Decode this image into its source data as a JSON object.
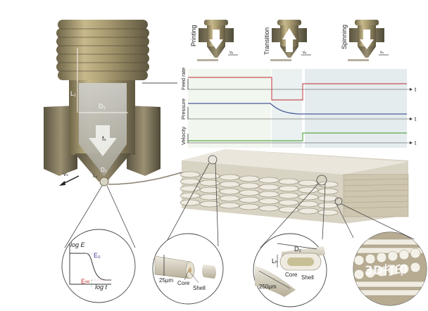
{
  "figure": {
    "nozzle_labels": {
      "L1": "L₁",
      "D1": "D₁",
      "fs": "fₛ",
      "D2": "D₂",
      "L2": "L₂",
      "vs": "vₛ"
    },
    "modes": [
      {
        "label": "Printing",
        "velocity": "vₚ",
        "arrow": "down"
      },
      {
        "label": "Transition",
        "velocity": "vₚ",
        "arrow": "up"
      },
      {
        "label": "Spinning",
        "velocity": "vₛ",
        "arrow": "down"
      }
    ],
    "timing_plot": {
      "axis_label": "t",
      "rows": [
        {
          "label": "Feed rate",
          "color": "#c8505a"
        },
        {
          "label": "Pressure",
          "color": "#4a5a9a"
        },
        {
          "label": "Velocity",
          "color": "#5aa84a"
        }
      ],
      "phase_colors": [
        "#f1f6ee",
        "#eaf1f0",
        "#e5ecee"
      ]
    },
    "insets": [
      {
        "name": "modulus-relaxation",
        "y_label": "log E",
        "x_label": "log t",
        "e0_label": "E₀",
        "einf_label": "E∞",
        "e0_color": "#3a3a8a",
        "einf_color": "#d03030"
      },
      {
        "name": "spun-fiber",
        "dimension": "25μm",
        "core": "Core",
        "shell": "Shell"
      },
      {
        "name": "printed-filament",
        "dimension": "250μm",
        "width_label": "D₂",
        "height_label": "Lₕ",
        "core": "Core",
        "shell": "Shell"
      },
      {
        "name": "fiber-bundle-closeup",
        "watermark": "3D打印"
      }
    ]
  }
}
